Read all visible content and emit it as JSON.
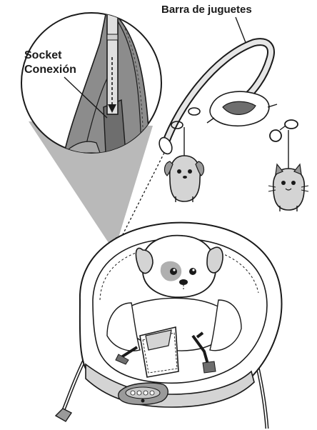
{
  "labels": {
    "toy_bar": "Barra de juguetes",
    "socket_line1": "Socket",
    "socket_line2": "Conexión"
  },
  "colors": {
    "line": "#1a1a1a",
    "light_gray": "#d4d4d4",
    "mid_gray": "#9a9a9a",
    "dark_gray": "#6e6e6e",
    "zoom_cone": "#b9b9b9"
  },
  "icons": {
    "toy_dog": "dog-toy-icon",
    "toy_cat": "cat-toy-icon",
    "seat_puppy": "puppy-head-icon"
  }
}
